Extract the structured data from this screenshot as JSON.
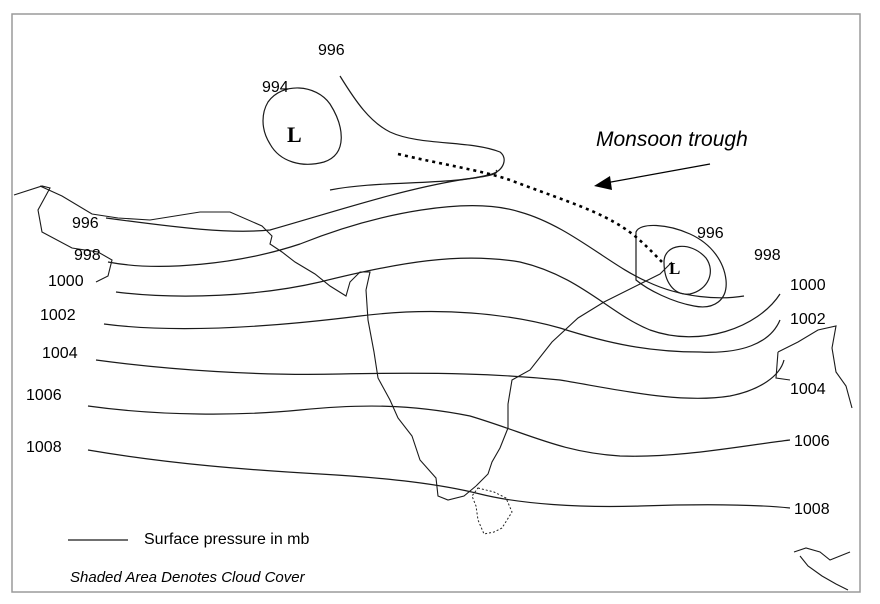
{
  "isobar_labels_left": [
    "996",
    "998",
    "1000",
    "1002",
    "1004",
    "1006",
    "1008"
  ],
  "isobar_labels_right": [
    "996",
    "998",
    "1000",
    "1002",
    "1004",
    "1006",
    "1008"
  ],
  "top_labels": {
    "a": "996",
    "b": "994"
  },
  "low_symbol": "L",
  "trough_label": "Monsoon trough",
  "legend": {
    "line_label": "Surface pressure in mb",
    "shaded_note": "Shaded  Area Denotes Cloud Cover"
  }
}
